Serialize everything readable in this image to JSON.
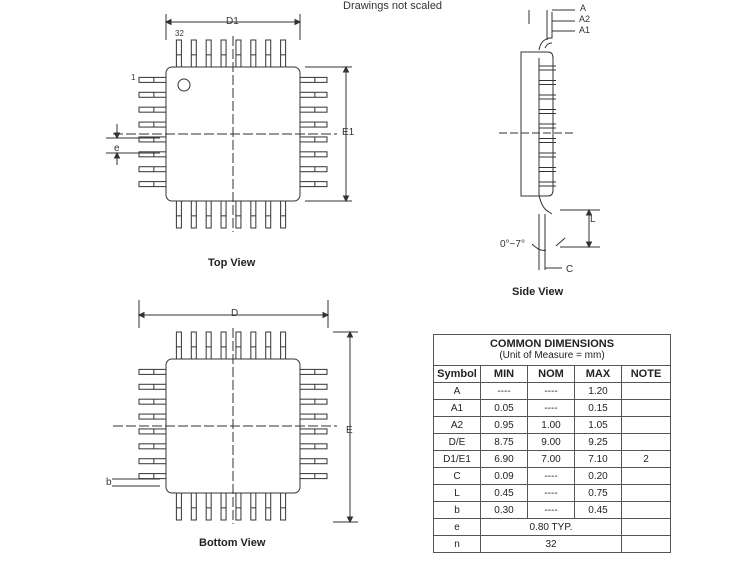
{
  "note": "Drawings not scaled",
  "top_view": {
    "title": "Top View",
    "label_d1": "D1",
    "label_e1": "E1",
    "label_e": "e",
    "pin_first": "1",
    "pin_last": "32"
  },
  "side_view": {
    "title": "Side View",
    "label_a": "A",
    "label_a2": "A2",
    "label_a1": "A1",
    "label_l": "L",
    "label_c": "C",
    "label_angle": "0°~7°"
  },
  "bottom_view": {
    "title": "Bottom View",
    "label_d": "D",
    "label_e": "E",
    "label_b": "b"
  },
  "table": {
    "title": "COMMON DIMENSIONS",
    "subtitle": "(Unit of Measure = mm)",
    "headers": [
      "Symbol",
      "MIN",
      "NOM",
      "MAX",
      "NOTE"
    ],
    "rows": [
      [
        "A",
        "----",
        "----",
        "1.20",
        ""
      ],
      [
        "A1",
        "0.05",
        "----",
        "0.15",
        ""
      ],
      [
        "A2",
        "0.95",
        "1.00",
        "1.05",
        ""
      ],
      [
        "D/E",
        "8.75",
        "9.00",
        "9.25",
        ""
      ],
      [
        "D1/E1",
        "6.90",
        "7.00",
        "7.10",
        "2"
      ],
      [
        "C",
        "0.09",
        "----",
        "0.20",
        ""
      ],
      [
        "L",
        "0.45",
        "----",
        "0.75",
        ""
      ],
      [
        "b",
        "0.30",
        "----",
        "0.45",
        ""
      ]
    ],
    "e_row": [
      "e",
      "0.80 TYP."
    ],
    "n_row": [
      "n",
      "32"
    ]
  }
}
